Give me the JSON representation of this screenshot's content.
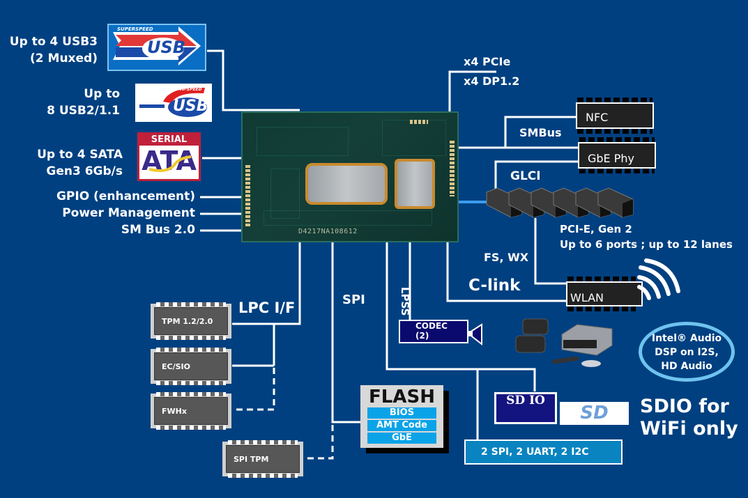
{
  "colors": {
    "background": "#004080",
    "wire": "#ffffff",
    "flash_row": "#0aa3e8",
    "periph_box": "#0a84c0",
    "dsp_ring": "#6ec3ef",
    "codec_box": "#0a0a6e",
    "die_border": "#c98a2e"
  },
  "left_interfaces": {
    "usb3": {
      "line1": "Up to 4 USB3",
      "line2": "(2 Muxed)",
      "logo": "usb-superspeed-logo",
      "logo_text": "USB",
      "logo_caption": "SUPERSPEED"
    },
    "usb2": {
      "line1": "Up to",
      "line2": "8 USB2/1.1",
      "logo": "usb-hi-speed-logo",
      "logo_text": "USB",
      "logo_caption": "HI-SPEED"
    },
    "sata": {
      "line1": "Up to 4 SATA",
      "line2": "Gen3 6Gb/s",
      "logo": "serial-ata-logo",
      "logo_top": "SERIAL",
      "logo_text": "ATA"
    },
    "gpio": "GPIO (enhancement)",
    "power": "Power Management",
    "smbus2": "SM Bus 2.0"
  },
  "package": {
    "marking": "D4217NA108612"
  },
  "right_interfaces": {
    "pcie_x4": "x4 PCIe",
    "dp": "x4 DP1.2",
    "smbus": "SMBus",
    "nfc": "NFC",
    "gbe_phy": "GbE Phy",
    "glci": "GLCI",
    "pcie_gen2_line1": "PCI-E, Gen 2",
    "pcie_gen2_line2": "Up to 6 ports ; up to 12 lanes",
    "pcie_slot_count": 6,
    "fs_wx": "FS, WX",
    "clink": "C-link",
    "wlan": "WLAN"
  },
  "bottom_interfaces": {
    "lpc": "LPC I/F",
    "spi": "SPI",
    "lpss": "LPSS",
    "chips": [
      "TPM 1.2/2.0",
      "EC/SIO",
      "FWHx",
      "SPI TPM"
    ],
    "flash": {
      "title": "FLASH",
      "rows": [
        "BIOS",
        "AMT Code",
        "GbE"
      ]
    },
    "codec": {
      "line1": "CODEC",
      "line2": "(2)"
    },
    "audio_dsp": {
      "line1": "Intel® Audio",
      "line2": "DSP on I2S,",
      "line3": "HD  Audio"
    },
    "sdio_logo_text": "SD IO",
    "sd_logo_text": "SD",
    "sdio_label_line1": "SDIO for",
    "sdio_label_line2": "WiFi only",
    "peripherals": "2 SPI, 2 UART, 2 I2C"
  }
}
